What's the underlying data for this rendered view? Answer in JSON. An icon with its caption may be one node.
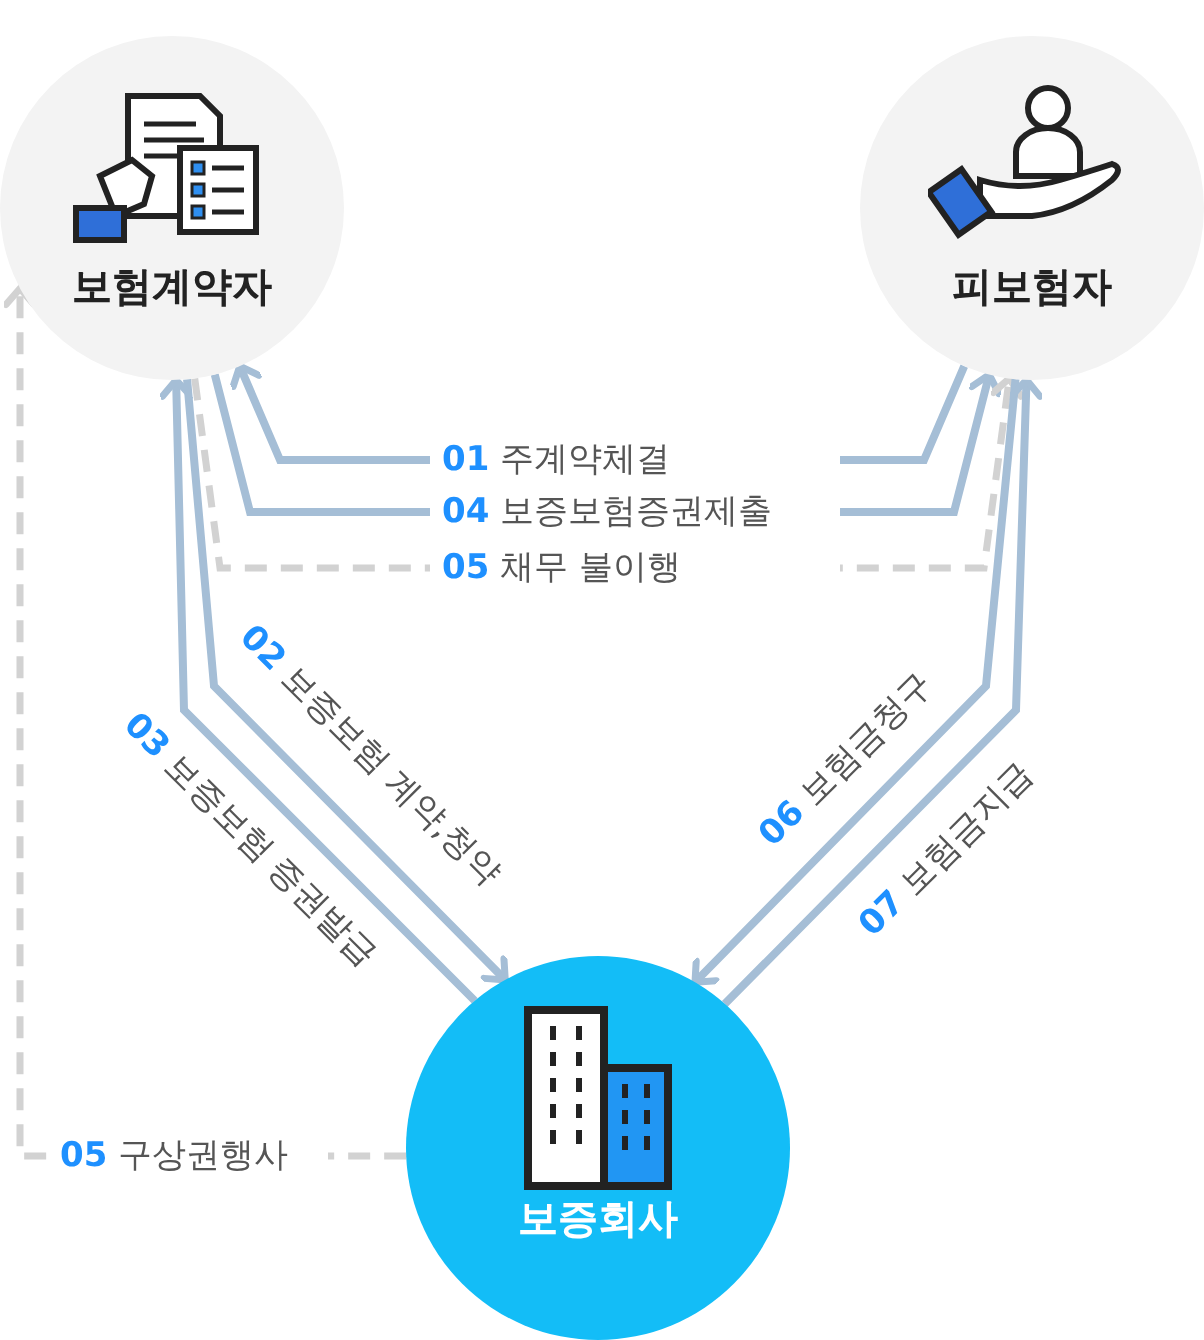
{
  "diagram": {
    "nodes": [
      {
        "text": [
          "보험계약자"
        ]
      },
      {
        "text": [
          "피보험자"
        ]
      },
      {
        "text": [
          "보증회사"
        ]
      }
    ],
    "edges": [
      {
        "from": 1,
        "to": 0,
        "arrow": "to",
        "label": "01 주계약체결"
      },
      {
        "from": 0,
        "to": 1,
        "arrow": "to",
        "label": "04 보증보험증권제출"
      },
      {
        "from": 0,
        "to": 1,
        "arrow": "to",
        "label": "05 채무 불이행",
        "style": "dashed",
        "color": "#d2d2d2"
      },
      {
        "from": 0,
        "to": 2,
        "arrow": "to",
        "label": "02 보증보험 계약,청약"
      },
      {
        "from": 2,
        "to": 0,
        "arrow": "to",
        "label": "03 보증보험 증권발급"
      },
      {
        "from": 1,
        "to": 2,
        "arrow": "to",
        "label": "06 보험금청구"
      },
      {
        "from": 2,
        "to": 1,
        "arrow": "to",
        "label": "07 보험금지급"
      },
      {
        "from": 2,
        "to": 0,
        "arrow": "to",
        "label": "05 구상권행사",
        "style": "dashed",
        "color": "#d2d2d2"
      }
    ]
  }
}
